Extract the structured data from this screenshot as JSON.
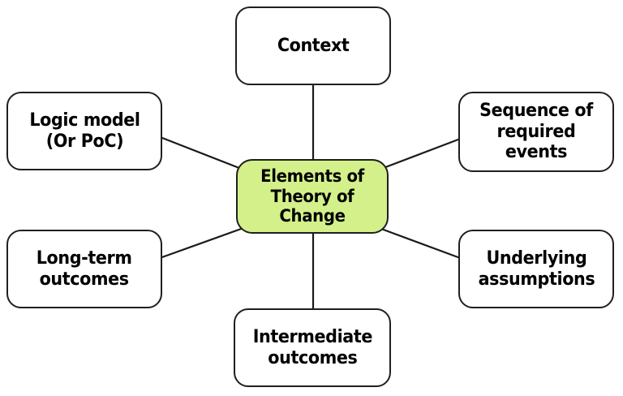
{
  "diagram": {
    "title": "Elements of Theory of Change",
    "colors": {
      "background": "#ffffff",
      "center_node_fill": "#d4f08a",
      "satellite_node_fill": "#ffffff",
      "node_border": "#1f1f1f",
      "connector_line": "#1a1a1a",
      "text": "#000000"
    },
    "center_node": {
      "id": "elements-of-theory-of-change",
      "label": [
        "Elements of",
        "Theory of Change"
      ]
    },
    "nodes": [
      {
        "id": "context",
        "label": [
          "Context"
        ]
      },
      {
        "id": "logic-model",
        "label": [
          "Logic model",
          "(Or PoC)"
        ]
      },
      {
        "id": "sequence-of-required-events",
        "label": [
          "Sequence of",
          "required events"
        ]
      },
      {
        "id": "long-term-outcomes",
        "label": [
          "Long-term",
          "outcomes"
        ]
      },
      {
        "id": "underlying-assumptions",
        "label": [
          "Underlying",
          "assumptions"
        ]
      },
      {
        "id": "intermediate-outcomes",
        "label": [
          "Intermediate",
          "outcomes"
        ]
      }
    ],
    "edges": [
      {
        "from": "elements-of-theory-of-change",
        "to": "context"
      },
      {
        "from": "elements-of-theory-of-change",
        "to": "logic-model"
      },
      {
        "from": "elements-of-theory-of-change",
        "to": "sequence-of-required-events"
      },
      {
        "from": "elements-of-theory-of-change",
        "to": "long-term-outcomes"
      },
      {
        "from": "elements-of-theory-of-change",
        "to": "underlying-assumptions"
      },
      {
        "from": "elements-of-theory-of-change",
        "to": "intermediate-outcomes"
      }
    ]
  }
}
